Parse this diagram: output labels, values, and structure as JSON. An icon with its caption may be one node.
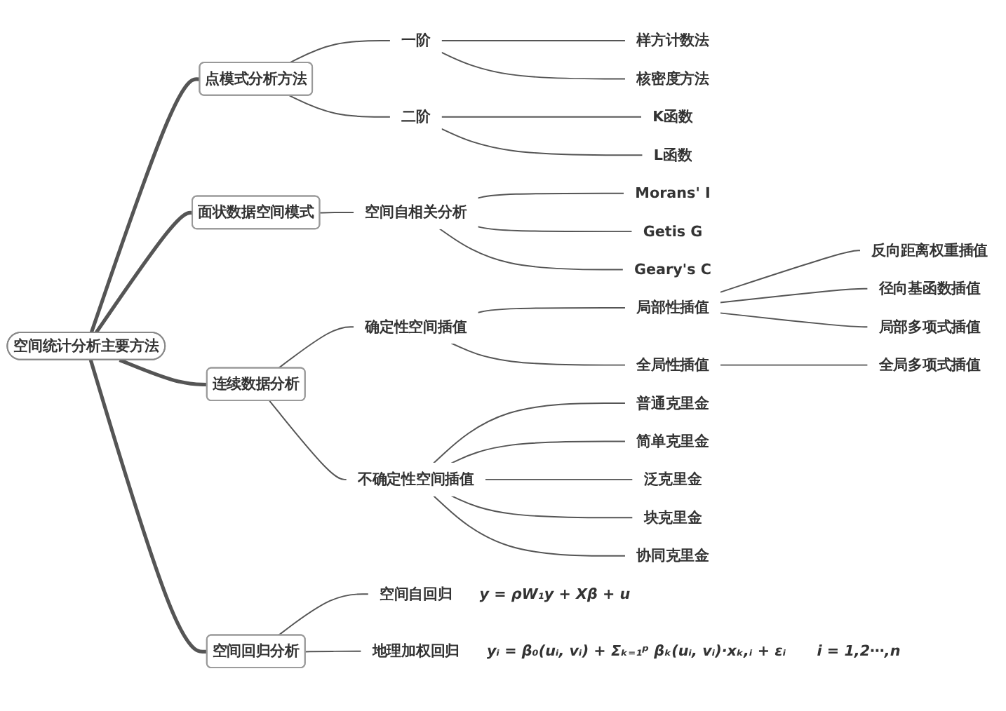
{
  "diagram": {
    "nodes": [
      {
        "text": [
          "空间统计分析主要方法"
        ]
      },
      {
        "text": [
          "点模式分析方法"
        ]
      },
      {
        "text": [
          "一阶"
        ]
      },
      {
        "text": [
          "样方计数法"
        ]
      },
      {
        "text": [
          "核密度方法"
        ]
      },
      {
        "text": [
          "二阶"
        ]
      },
      {
        "text": [
          "K函数"
        ]
      },
      {
        "text": [
          "L函数"
        ]
      },
      {
        "text": [
          "面状数据空间模式"
        ]
      },
      {
        "text": [
          "空间自相关分析"
        ]
      },
      {
        "text": [
          "Morans' I"
        ]
      },
      {
        "text": [
          "Getis G"
        ]
      },
      {
        "text": [
          "Geary's C"
        ]
      },
      {
        "text": [
          "连续数据分析"
        ]
      },
      {
        "text": [
          "确定性空间插值"
        ]
      },
      {
        "text": [
          "局部性插值"
        ]
      },
      {
        "text": [
          "反向距离权重插值"
        ]
      },
      {
        "text": [
          "径向基函数插值"
        ]
      },
      {
        "text": [
          "局部多项式插值"
        ]
      },
      {
        "text": [
          "全局性插值"
        ]
      },
      {
        "text": [
          "全局多项式插值"
        ]
      },
      {
        "text": [
          "不确定性空间插值"
        ]
      },
      {
        "text": [
          "普通克里金"
        ]
      },
      {
        "text": [
          "简单克里金"
        ]
      },
      {
        "text": [
          "泛克里金"
        ]
      },
      {
        "text": [
          "块克里金"
        ]
      },
      {
        "text": [
          "协同克里金"
        ]
      },
      {
        "text": [
          "空间回归分析"
        ]
      },
      {
        "text": [
          "空间自回归"
        ],
        "beside": [
          "y = ρW₁y + Xβ + u"
        ]
      },
      {
        "text": [
          "地理加权回归"
        ],
        "beside": [
          "yᵢ = β₀(uᵢ, vᵢ) + Σₖ₌₁ᵖ βₖ(uᵢ, vᵢ)·xₖ,ᵢ + εᵢ",
          "i = 1,2⋯,n"
        ]
      }
    ],
    "edges": [
      {
        "from": 0,
        "to": 1,
        "arrow": "none",
        "style": "thick"
      },
      {
        "from": 1,
        "to": 2,
        "arrow": "none"
      },
      {
        "from": 2,
        "to": 3,
        "arrow": "none"
      },
      {
        "from": 2,
        "to": 4,
        "arrow": "none"
      },
      {
        "from": 1,
        "to": 5,
        "arrow": "none"
      },
      {
        "from": 5,
        "to": 6,
        "arrow": "none"
      },
      {
        "from": 5,
        "to": 7,
        "arrow": "none"
      },
      {
        "from": 0,
        "to": 8,
        "arrow": "none",
        "style": "thick"
      },
      {
        "from": 8,
        "to": 9,
        "arrow": "none"
      },
      {
        "from": 9,
        "to": 10,
        "arrow": "none"
      },
      {
        "from": 9,
        "to": 11,
        "arrow": "none"
      },
      {
        "from": 9,
        "to": 12,
        "arrow": "none"
      },
      {
        "from": 0,
        "to": 13,
        "arrow": "none",
        "style": "thick"
      },
      {
        "from": 13,
        "to": 14,
        "arrow": "none"
      },
      {
        "from": 14,
        "to": 15,
        "arrow": "none"
      },
      {
        "from": 15,
        "to": 16,
        "arrow": "none"
      },
      {
        "from": 15,
        "to": 17,
        "arrow": "none"
      },
      {
        "from": 15,
        "to": 18,
        "arrow": "none"
      },
      {
        "from": 14,
        "to": 19,
        "arrow": "none"
      },
      {
        "from": 19,
        "to": 20,
        "arrow": "none"
      },
      {
        "from": 13,
        "to": 21,
        "arrow": "none"
      },
      {
        "from": 21,
        "to": 22,
        "arrow": "none"
      },
      {
        "from": 21,
        "to": 23,
        "arrow": "none"
      },
      {
        "from": 21,
        "to": 24,
        "arrow": "none"
      },
      {
        "from": 21,
        "to": 25,
        "arrow": "none"
      },
      {
        "from": 21,
        "to": 26,
        "arrow": "none"
      },
      {
        "from": 0,
        "to": 27,
        "arrow": "none",
        "style": "thick"
      },
      {
        "from": 27,
        "to": 28,
        "arrow": "none"
      },
      {
        "from": 27,
        "to": 29,
        "arrow": "none"
      }
    ]
  }
}
